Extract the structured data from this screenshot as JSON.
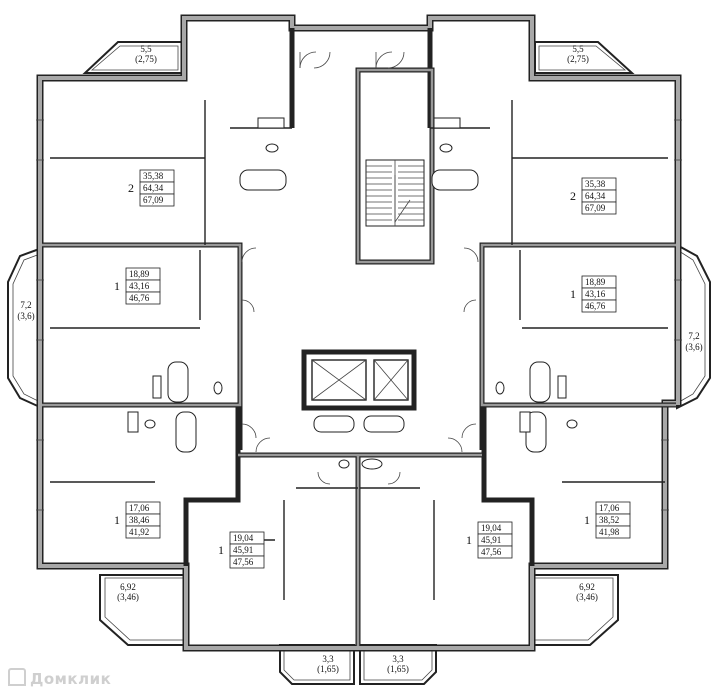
{
  "balconies": {
    "top_left": {
      "area": "5,5",
      "coef": "(2,75)"
    },
    "top_right": {
      "area": "5,5",
      "coef": "(2,75)"
    },
    "mid_left": {
      "area": "7,2",
      "coef": "(3,6)"
    },
    "mid_right": {
      "area": "7,2",
      "coef": "(3,6)"
    },
    "low_left": {
      "area": "6,92",
      "coef": "(3,46)"
    },
    "low_right": {
      "area": "6,92",
      "coef": "(3,46)"
    },
    "bottom_left": {
      "area": "3,3",
      "coef": "(1,65)"
    },
    "bottom_right": {
      "area": "3,3",
      "coef": "(1,65)"
    }
  },
  "apartments": {
    "nw": {
      "rooms": "2",
      "living": "35,38",
      "total": "64,34",
      "total_balcony": "67,09"
    },
    "ne": {
      "rooms": "2",
      "living": "35,38",
      "total": "64,34",
      "total_balcony": "67,09"
    },
    "wl": {
      "rooms": "1",
      "living": "18,89",
      "total": "43,16",
      "total_balcony": "46,76"
    },
    "el": {
      "rooms": "1",
      "living": "18,89",
      "total": "43,16",
      "total_balcony": "46,76"
    },
    "sw": {
      "rooms": "1",
      "living": "17,06",
      "total": "38,46",
      "total_balcony": "41,92"
    },
    "se": {
      "rooms": "1",
      "living": "17,06",
      "total": "38,52",
      "total_balcony": "41,98"
    },
    "ssw": {
      "rooms": "1",
      "living": "19,04",
      "total": "45,91",
      "total_balcony": "47,56"
    },
    "sse": {
      "rooms": "1",
      "living": "19,04",
      "total": "45,91",
      "total_balcony": "47,56"
    }
  },
  "watermark": "Домклик"
}
